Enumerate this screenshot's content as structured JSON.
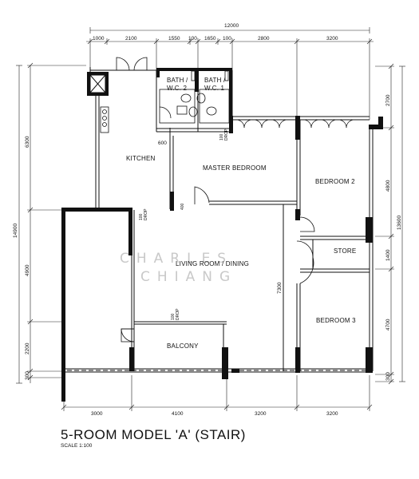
{
  "plan_title": "5-ROOM MODEL 'A' (STAIR)",
  "scale_label": "SCALE  1:100",
  "watermark": [
    "CHARLES",
    "CHIANG"
  ],
  "rooms": {
    "kitchen": "KITCHEN",
    "bath_wc_2": [
      "BATH /",
      "W.C. 2"
    ],
    "bath_wc_1": [
      "BATH /",
      "W.C. 1"
    ],
    "master_bedroom": "MASTER BEDROOM",
    "bedroom_2": "BEDROOM 2",
    "store": "STORE",
    "living_dining": "LIVING ROOM / DINING",
    "bedroom_3": "BEDROOM 3",
    "balcony": "BALCONY"
  },
  "dimensions": {
    "top_total": "12000",
    "top": [
      "1000",
      "2100",
      "1550",
      "100",
      "1650",
      "100",
      "2800",
      "3200"
    ],
    "bottom": [
      "3000",
      "4100",
      "3200",
      "3200"
    ],
    "left_total": "14900",
    "left": [
      "6300",
      "4900",
      "2200",
      "300"
    ],
    "right_total": "13600",
    "right": [
      "2700",
      "4800",
      "1400",
      "4700",
      "300"
    ],
    "inner": {
      "kitchen_600": "600",
      "ledge_400": "400",
      "store_7300": "7300",
      "drop_1": [
        "100",
        "DROP"
      ],
      "drop_2": [
        "100",
        "DROP"
      ],
      "drop_3": [
        "100",
        "DROP"
      ]
    }
  }
}
